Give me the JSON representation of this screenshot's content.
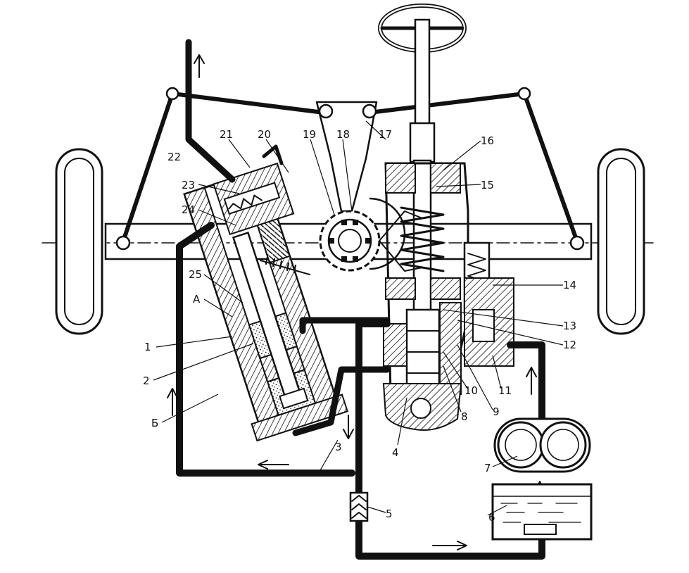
{
  "diagram": {
    "labels": [
      {
        "text": "1"
      },
      {
        "text": "2"
      },
      {
        "text": "3"
      },
      {
        "text": "4"
      },
      {
        "text": "5"
      },
      {
        "text": "6"
      },
      {
        "text": "7"
      },
      {
        "text": "8"
      },
      {
        "text": "9"
      },
      {
        "text": "10"
      },
      {
        "text": "11"
      },
      {
        "text": "12"
      },
      {
        "text": "13"
      },
      {
        "text": "14"
      },
      {
        "text": "15"
      },
      {
        "text": "16"
      },
      {
        "text": "17"
      },
      {
        "text": "18"
      },
      {
        "text": "19"
      },
      {
        "text": "20"
      },
      {
        "text": "21"
      },
      {
        "text": "22"
      },
      {
        "text": "23"
      },
      {
        "text": "24"
      },
      {
        "text": "25"
      },
      {
        "text": "А"
      },
      {
        "text": "Б"
      }
    ]
  }
}
